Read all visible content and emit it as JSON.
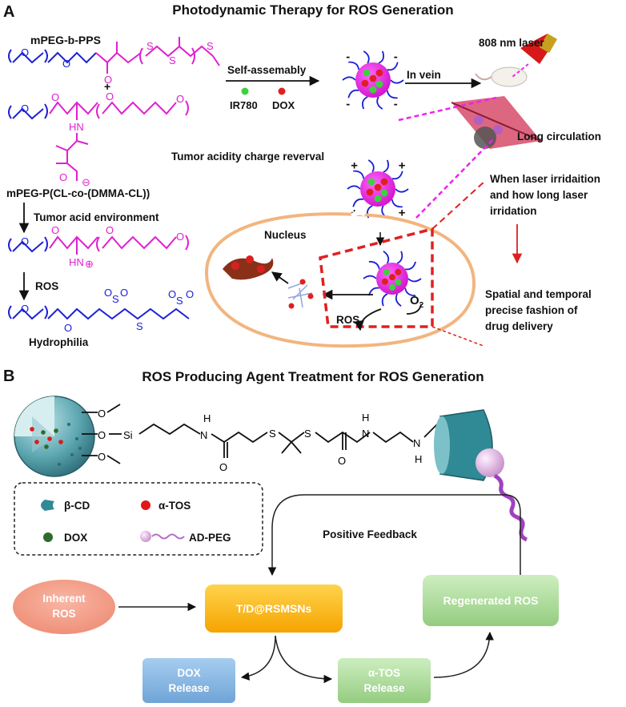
{
  "panel_a": {
    "letter": "A",
    "title": "Photodynamic Therapy for ROS Generation",
    "polymer1": "mPEG-b-PPS",
    "plus": "+",
    "polymer2": "mPEG-P(CL-co-(DMMA-CL))",
    "step_acid": "Tumor acid environment",
    "step_ros": "ROS",
    "hydrophilia": "Hydrophilia",
    "self_assembly": "Self-assemably",
    "legend_ir780": "IR780",
    "legend_dox": "DOX",
    "in_vein": "In vein",
    "laser": "808 nm laser",
    "long_circulation": "Long circulation",
    "charge_reversal": "Tumor acidity charge reverval",
    "nucleus": "Nucleus",
    "ros_label": "ROS",
    "o2_label": "O",
    "o2_sub": "2",
    "laser_question_1": "When laser irridaition",
    "laser_question_2": "and how long laser",
    "laser_question_3": "irridation",
    "precise_1": "Spatial and temporal",
    "precise_2": "precise fashion of",
    "precise_3": "drug delivery",
    "chem": {
      "O": "O",
      "HN": "HN",
      "S": "S",
      "minus_circle": "⊖",
      "plus_circle": "⊕"
    },
    "colors": {
      "peg_blue": "#1c21d6",
      "magenta": "#e020d0",
      "green": "#3dd13d",
      "red": "#e02020",
      "cell_border": "#f2b57f",
      "dash_red": "#e02020",
      "dash_magenta": "#ee22ee"
    }
  },
  "panel_b": {
    "letter": "B",
    "title": "ROS Producing Agent Treatment  for ROS Generation",
    "linker": {
      "Si": "Si",
      "O": "O",
      "S": "S",
      "N": "N",
      "H": "H"
    },
    "legend": {
      "beta_cd": "β-CD",
      "alpha_tos": "α-TOS",
      "dox": "DOX",
      "ad_peg": "AD-PEG"
    },
    "positive_feedback": "Positive Feedback",
    "inherent_ros_1": "Inherent",
    "inherent_ros_2": "ROS",
    "center_box": "T/D@RSMSNs",
    "regenerated": "Regenerated ROS",
    "dox_release_1": "DOX",
    "dox_release_2": "Release",
    "tos_release_1": "α-TOS",
    "tos_release_2": "Release",
    "colors": {
      "inherent_fill": "#f2a08c",
      "center_fill": "#fbc02d",
      "regen_fill": "#aedc9c",
      "dox_fill": "#84b6e2",
      "tos_fill": "#a6d496",
      "sphere_teal": "#3f8f9a",
      "dox_green": "#2e6b2e",
      "tos_red": "#e01818",
      "peg_purple": "#a040c0"
    }
  }
}
